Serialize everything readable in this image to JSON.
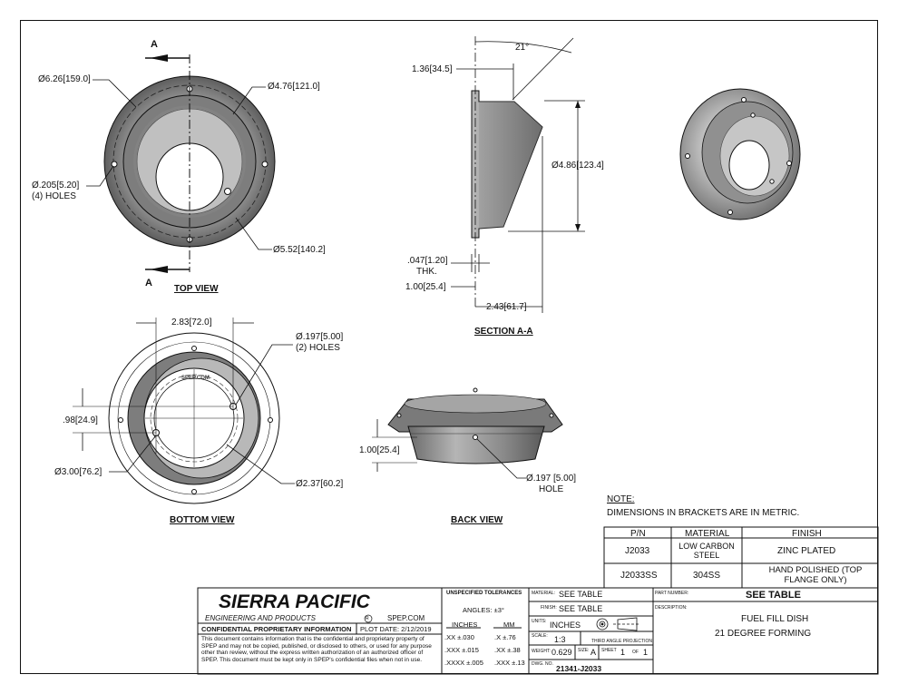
{
  "views": {
    "top": {
      "title": "TOP VIEW",
      "section_letter": "A",
      "dim_od": "Ø6.26[159.0]",
      "dim_inner": "Ø4.76[121.0]",
      "dim_bolt": "Ø5.52[140.2]",
      "dim_holes": "Ø.205[5.20]",
      "dim_holes_note": "(4) HOLES"
    },
    "section": {
      "title": "SECTION A-A",
      "angle": "21°",
      "dim_flange": "1.36[34.5]",
      "dim_dia": "Ø4.86[123.4]",
      "dim_thk": ".047[1.20]",
      "dim_thk_note": "THK.",
      "dim_depth": "1.00[25.4]",
      "dim_height": "2.43[61.7]"
    },
    "bottom": {
      "title": "BOTTOM VIEW",
      "dim_spacing": "2.83[72.0]",
      "dim_small_holes": "Ø.197[5.00]",
      "dim_small_holes_note": "(2) HOLES",
      "dim_offset": ".98[24.9]",
      "dim_bc": "Ø3.00[76.2]",
      "dim_bore": "Ø2.37[60.2]",
      "engraving": "SPEP.COM"
    },
    "back": {
      "title": "BACK VIEW",
      "dim_depth": "1.00[25.4]",
      "dim_hole": "Ø.197 [5.00]",
      "dim_hole_note": "HOLE"
    }
  },
  "note": {
    "heading": "NOTE:",
    "text": "DIMENSIONS IN BRACKETS ARE IN METRIC."
  },
  "finish_table": {
    "headers": [
      "P/N",
      "MATERIAL",
      "FINISH"
    ],
    "rows": [
      [
        "J2033",
        "LOW CARBON STEEL",
        "ZINC PLATED"
      ],
      [
        "J2033SS",
        "304SS",
        "HAND POLISHED (TOP FLANGE ONLY)"
      ]
    ]
  },
  "title_block": {
    "company": "SIERRA PACIFIC",
    "company_sub": "ENGINEERING AND PRODUCTS",
    "website": "SPEP.COM",
    "confidential_heading": "CONFIDENTIAL PROPRIETARY INFORMATION",
    "plot_date": "PLOT DATE: 2/12/2019",
    "confidential_text": "This document contains information that is the confidential and proprietary property of SPEP and may not be copied, published, or disclosed to others, or used for any purpose other than review, without the express written authorization of an authorized officer of SPEP. This document must be kept only in SPEP's confidential files when not in use.",
    "tolerances_heading": "UNSPECIFIED TOLERANCES",
    "angles": "ANGLES: ±3°",
    "inches_label": "INCHES",
    "mm_label": "MM",
    "tol_inches": [
      ".XX  ±.030",
      ".XXX  ±.015",
      ".XXXX ±.005"
    ],
    "tol_mm": [
      ".X  ±.76",
      ".XX  ±.38",
      ".XXX ±.13"
    ],
    "material_label": "MATERIAL:",
    "material": "SEE TABLE",
    "finish_label": "FINISH:",
    "finish": "SEE TABLE",
    "units_label": "UNITS:",
    "units": "INCHES",
    "projection": "THIRD ANGLE PROJECTION",
    "scale_label": "SCALE:",
    "scale": "1:3",
    "weight_label": "WEIGHT:",
    "weight": "0.629",
    "size_label": "SIZE:",
    "size": "A",
    "sheet_label": "SHEET",
    "sheet": "1",
    "of_label": "OF",
    "sheet_total": "1",
    "dwg_label": "DWG. NO.",
    "dwg_no": "21341-J2033",
    "part_number_label": "PART NUMBER:",
    "part_number": "SEE TABLE",
    "description_label": "DESCRIPTION:",
    "description_1": "FUEL FILL DISH",
    "description_2": "21 DEGREE FORMING"
  },
  "colors": {
    "shade_dark": "#6f6f6f",
    "shade_mid": "#8f8f8f",
    "shade_light": "#bdbdbd",
    "line": "#111111"
  }
}
